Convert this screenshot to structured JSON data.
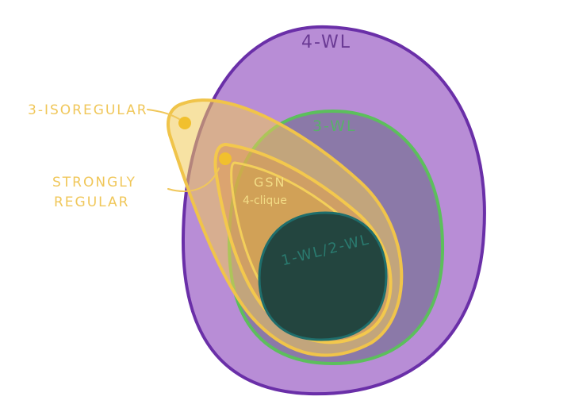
{
  "labels": {
    "four_wl": "4-WL",
    "three_wl": "3-WL",
    "one_two_wl": "1-WL/2-WL",
    "gsn": "GSN",
    "four_clique": "4-clique",
    "three_isoregular": "3-ISOREGULAR",
    "strongly_line1": "STRONGLY",
    "strongly_line2": "REGULAR"
  },
  "colors": {
    "four_wl_fill": "#b88dd6",
    "four_wl_stroke": "#6a2fa8",
    "four_wl_text": "#6a3a94",
    "three_wl_fill": "#8b79a8",
    "three_wl_stroke": "#5cbf5c",
    "three_wl_text": "#59b16a",
    "one_two_wl_fill": "#23453f",
    "one_two_wl_stroke": "#1f6e6c",
    "one_two_wl_text": "#2a7a6f",
    "gsn_fill": "#e7b33f",
    "gsn_stroke": "#f1c84c",
    "gsn_text": "#f3dd86",
    "iso_fill": "#f0ca58",
    "iso_stroke": "#f0c44a",
    "dot": "#f1c02d",
    "label_text": "#f0c75a",
    "background": "#ffffff"
  }
}
